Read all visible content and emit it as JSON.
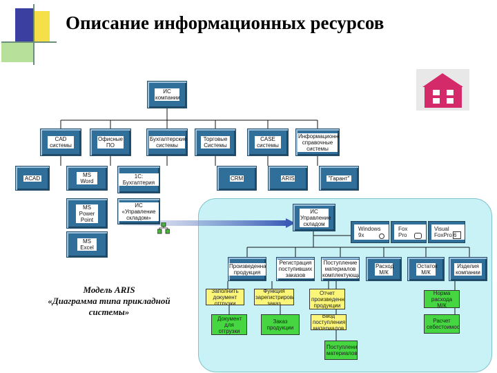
{
  "title": "Описание информационных ресурсов",
  "caption": {
    "line1": "Модель ARIS",
    "line2": "«Диаграмма типа прикладной системы»"
  },
  "root": "ИС компании",
  "top_level": [
    "CAD системы",
    "Офисные ПО",
    "Бухгалтерские системы",
    "Торговые Системы",
    "CASE системы",
    "Информационно справочные системы"
  ],
  "left_leaves": [
    "ACAD",
    "MS Word",
    "MS Power Point",
    "MS Excel",
    "1С: Бухгалтерия",
    "ИС «Управление складом»",
    "CRM",
    "ARIS",
    "\"Гарант\""
  ],
  "panel": {
    "root": "ИС Управление складом",
    "platforms": [
      "Windows 9x",
      "Fox Pro",
      "Visual FoxPro 6"
    ],
    "modules": [
      "Произведенная продукция",
      "Регистрация поступивших заказов",
      "Поступление материалов комплектующих",
      "Расход М/К",
      "Остаток М/К",
      "Изделия компании"
    ],
    "functions": [
      "Заполнить документ отгрузки",
      "Функция зарегистрировать заказ",
      "Отчет произведенной продукции",
      "Ввод поступления материалов"
    ],
    "outputs": [
      "Документ для отгрузки",
      "Заказ продукции",
      "Поступление материалов"
    ],
    "norms": [
      "Норма расхода М/К",
      "Расчет себестоимости"
    ]
  },
  "colors": {
    "dark_box": "#2f6f9a",
    "panel_bg": "#c9f2f6",
    "function_box": "#fbf67a",
    "output_box": "#45d641"
  },
  "icons": [
    "logo-house-icon",
    "aris-connector-icon",
    "database-icon",
    "document-icon"
  ]
}
